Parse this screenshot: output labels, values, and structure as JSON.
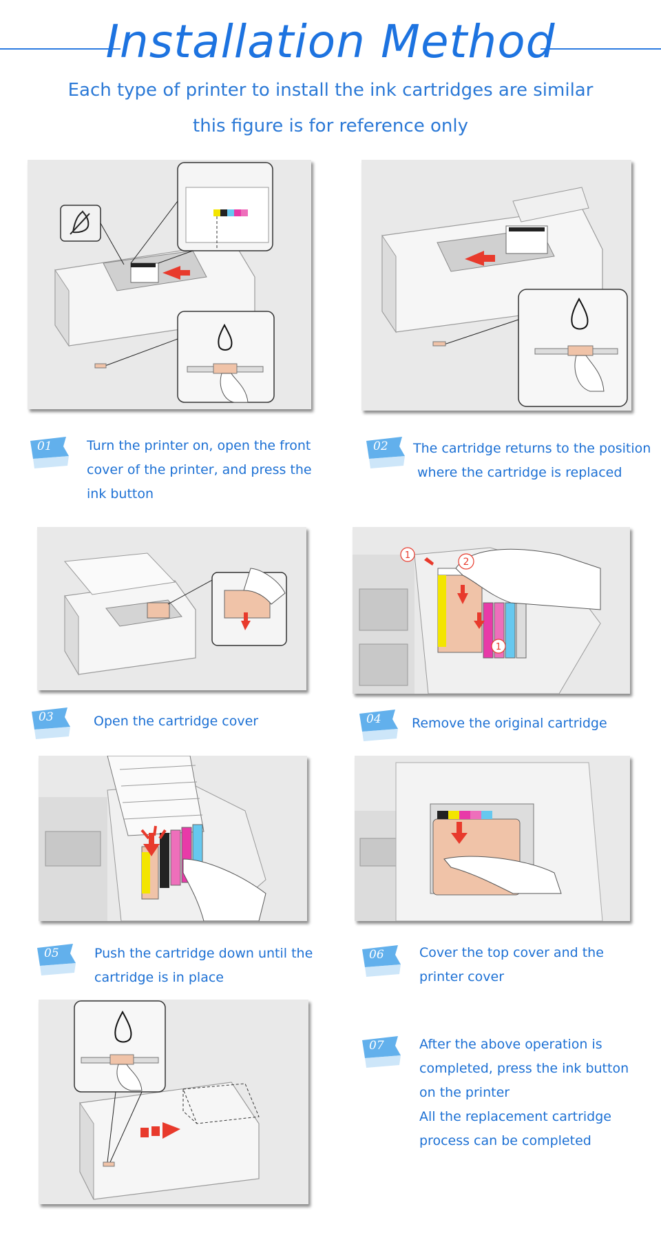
{
  "header": {
    "title": "Installation Method",
    "subtitle_line1": "Each type of printer to install the ink cartridges are similar",
    "subtitle_line2": "this figure is for reference only"
  },
  "colors": {
    "accent": "#1d73e0",
    "ink_red": "#e83a2c",
    "panel": "#e9e9e9"
  },
  "steps": [
    {
      "num": "01",
      "lines": [
        "Turn the printer on, open the front",
        "cover of the printer, and press the",
        "ink button"
      ]
    },
    {
      "num": "02",
      "lines": [
        "The cartridge returns to the position",
        "where the cartridge is replaced"
      ]
    },
    {
      "num": "03",
      "lines": [
        "Open the cartridge cover"
      ]
    },
    {
      "num": "04",
      "lines": [
        "Remove the original cartridge"
      ]
    },
    {
      "num": "05",
      "lines": [
        "Push the cartridge down until the",
        "cartridge is in place"
      ]
    },
    {
      "num": "06",
      "lines": [
        "Cover the top cover and the",
        "printer cover"
      ]
    },
    {
      "num": "07",
      "lines": [
        "After the above operation is",
        "completed, press the ink button",
        "on the printer",
        "All the replacement cartridge",
        "process can be completed"
      ]
    }
  ],
  "illustrations": {
    "step4_markers": [
      "1",
      "2",
      "1"
    ]
  }
}
